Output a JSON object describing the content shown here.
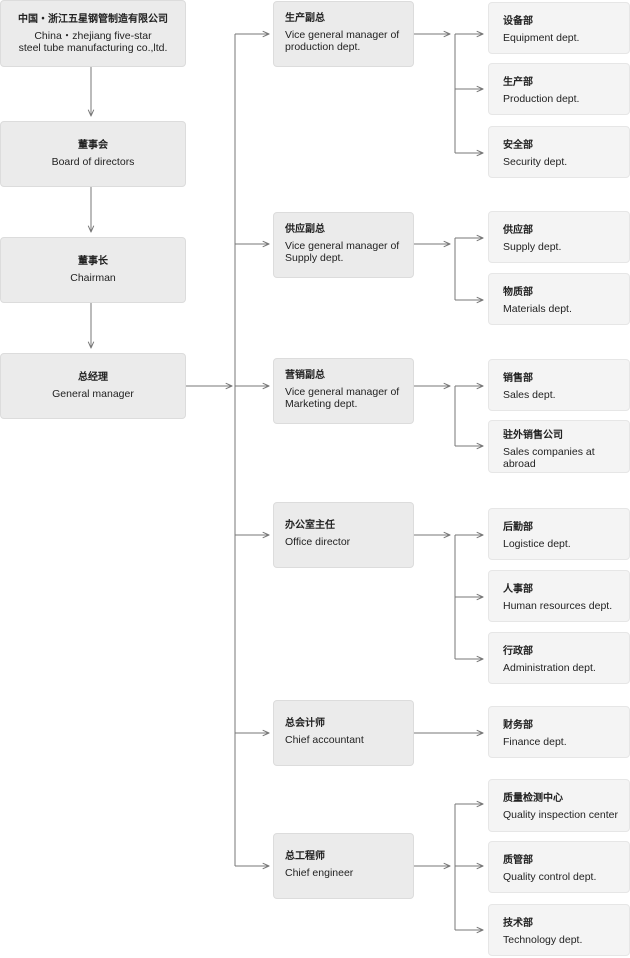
{
  "top": {
    "company": {
      "zh": "中国・浙江五星钢管制造有限公司",
      "en": "China・zhejiang five-star\nsteel tube manufacturing co.,ltd."
    },
    "board": {
      "zh": "董事会",
      "en": "Board of directors"
    },
    "chairman": {
      "zh": "董事长",
      "en": "Chairman"
    },
    "gm": {
      "zh": "总经理",
      "en": "General manager"
    }
  },
  "managers": [
    {
      "zh": "生产副总",
      "en": "Vice general manager of\nproduction dept."
    },
    {
      "zh": "供应副总",
      "en": "Vice general manager of\nSupply dept."
    },
    {
      "zh": "营销副总",
      "en": "Vice general manager of\nMarketing dept."
    },
    {
      "zh": "办公室主任",
      "en": "Office director"
    },
    {
      "zh": "总会计师",
      "en": "Chief accountant"
    },
    {
      "zh": "总工程师",
      "en": "Chief engineer"
    }
  ],
  "departments": [
    {
      "zh": "设备部",
      "en": "Equipment dept."
    },
    {
      "zh": "生产部",
      "en": "Production dept."
    },
    {
      "zh": "安全部",
      "en": "Security dept."
    },
    {
      "zh": "供应部",
      "en": "Supply dept."
    },
    {
      "zh": "物质部",
      "en": "Materials dept."
    },
    {
      "zh": "销售部",
      "en": "Sales dept."
    },
    {
      "zh": "驻外销售公司",
      "en": "Sales companies at\nabroad"
    },
    {
      "zh": "后勤部",
      "en": "Logistice dept."
    },
    {
      "zh": "人事部",
      "en": "Human resources dept."
    },
    {
      "zh": "行政部",
      "en": "Administration dept."
    },
    {
      "zh": "财务部",
      "en": "Finance dept."
    },
    {
      "zh": "质量检测中心",
      "en": "Quality inspection center"
    },
    {
      "zh": "质管部",
      "en": "Quality control dept."
    },
    {
      "zh": "技术部",
      "en": "Technology dept."
    }
  ]
}
